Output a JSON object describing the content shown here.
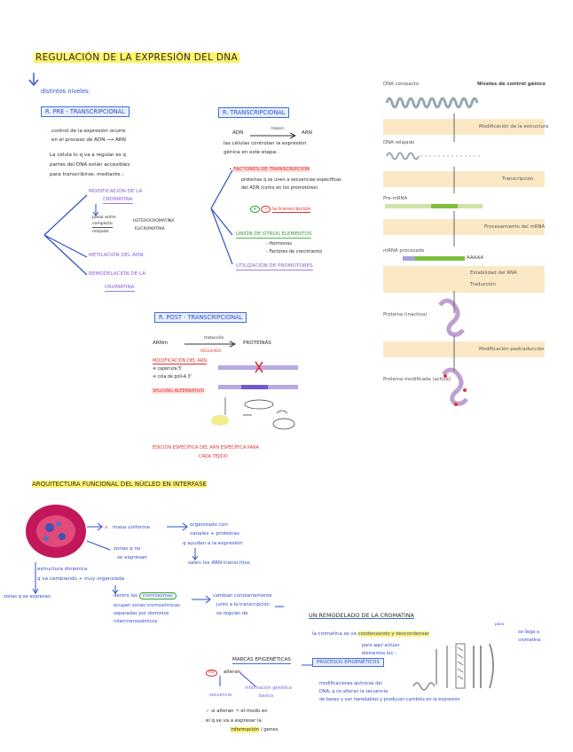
{
  "page_title": "REGULACIÓN DE LA EXPRESIÓN DEL DNA",
  "intro": "distintos niveles:",
  "pretranscriptional": {
    "heading": "R. PRE - TRANSCRIPCIONAL",
    "line1": "control de la expresión ocurre",
    "line2": "en el proceso de ADN ⟶ ARN",
    "line3": "La célula lo q va a regular es q",
    "line4": "partes del DNA están accesibles",
    "line5": "para transcribirse, mediante :",
    "item1": "MODIFICACIÓN DE LA",
    "item1b": "CROMATINA",
    "sub1": "pasar entre",
    "sub1b": "compacto",
    "sub1c": "relajado",
    "sub2": "HETEROCROMATINA",
    "sub2b": "EUCROMATINA",
    "item2": "METILACIÓN DEL ADN",
    "item3": "REMODELACIÓN DE LA",
    "item3b": "CROMATINA"
  },
  "transcriptional": {
    "heading": "R. TRANSCRIPCIONAL",
    "arrow_left": "ADN",
    "arrow_over": "transcr.",
    "arrow_right": "ARN",
    "line1": "las células controlan la expresión",
    "line2": "génica en este etapa:",
    "item1": "FACTORES DE TRANSCRIPCIÓN",
    "item1_l1": "proteínas q se unen a secuencias específicas",
    "item1_l2": "del ADN (como en los promotores)",
    "plus": "+",
    "minus": "−",
    "item1_l3": "la transcripción",
    "item2": "UNIÓN DE OTROS ELEMENTOS",
    "item2_a": "- Hormonas",
    "item2_b": "- Factores de crecimiento",
    "item3": "UTILIZACIÓN DE PROMOTORES"
  },
  "figure_levels": {
    "dna_compact": "DNA compacto",
    "levels_title": "Niveles de control génico",
    "step1": "Modificación de la estructura",
    "dna_relaxed": "DNA relajado",
    "step2": "Transcripción",
    "pre_mrna": "Pre-mRNA",
    "step3": "Procesamiento del mRNA",
    "mrna_processed": "mRNA procesado",
    "polya": "AAAAA",
    "step4": "Estabilidad del RNA",
    "step5": "Traducción",
    "protein_inactive": "Proteína (inactiva)",
    "step6": "Modificación postraducción",
    "protein_active": "Proteína modificada (activa)"
  },
  "posttranscriptional": {
    "heading": "R. POST - TRANSCRIPCIONAL",
    "arn": "ARNm",
    "arrow_top": "traducción",
    "arrow_bottom": "REGULADA",
    "proteins": "PROTEÍNAS",
    "mod_title": "MODIFICACIÓN DEL ARN",
    "mod1": "caperuza 5'",
    "mod2": "cola de poli-A 3'",
    "splicing": "SPLICING ALTERNATIVO",
    "tail": "EDICIÓN ESPECÍFICA DEL ARN ESPECÍFICA PARA",
    "tail2": "CADA TEJIDO"
  },
  "architecture": {
    "heading": "ARQUITECTURA FUNCIONAL DEL NÚCLEO EN INTERFASE",
    "x_label": "x",
    "no_uniform": "masa uniforme",
    "organized": "organizado con",
    "organized2": "canales + proteínas",
    "organized3": "q ayudan a la expresión",
    "zones_no": "zonas q no",
    "zones_no2": "se expresan",
    "exit": "salen los ARN transcritos",
    "dynamic": "estructura dinámica",
    "dynamic2": "q va cambiando + muy organizada",
    "zones_yes": "zonas q se expresan",
    "inside": "dentro los",
    "chromosomes": "cromosomas",
    "inside2": "ocupan zonas cromosómicas",
    "inside3": "separadas por dominios",
    "inside4": "intercromosómicos",
    "change": "cambian constantemente",
    "change2": "junto a la transcripción",
    "change3": "se regulan de",
    "remodel_heading": "UN REMODELADO DE LA CROMATINA",
    "remodel_l1": "la cromatina se va",
    "condensing": "condensando y descondensar",
    "remodel_small": "para",
    "remodel_l1b": "se llega a",
    "remodel_l1c": "cromatina",
    "remodel_l2": "para aquí actúan",
    "remodel_l3": "elementos los :",
    "epigenetic": "PROCESOS EPIGENÉTICOS",
    "mods": "modificaciones químicas del",
    "mods2": "DNA, q no alteran la secuencia",
    "mods3": "de bases y son heredables y producen cambios en la expresión",
    "marks_title": "MARCAS EPIGENÉTICAS",
    "no": "no",
    "alter": "alteran",
    "genetic": "secuencia",
    "info": "información genética",
    "info2": "básica",
    "yes_alter": "si alteran",
    "mode": "el modo en",
    "mode2": "el q se va a expresar la",
    "mode3": "información",
    "mode4": "/ genes"
  }
}
